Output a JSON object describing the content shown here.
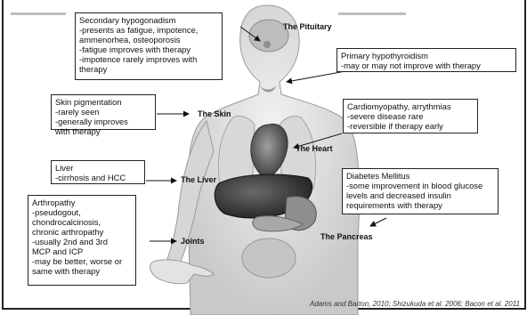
{
  "boxes": {
    "hypogonadism": {
      "title": "Secondary hypogonadism",
      "lines": [
        "-presents as fatigue, impotence,",
        "ammenorhea, osteoporosis",
        "-fatigue improves with therapy",
        "-impotence rarely improves with",
        "therapy"
      ]
    },
    "hypothyroidism": {
      "title": "Primary hypothyroidism",
      "lines": [
        "-may or may not improve with therapy"
      ]
    },
    "skin": {
      "title": "Skin pigmentation",
      "lines": [
        "-rarely seen",
        "-generally improves",
        "with therapy"
      ]
    },
    "cardiomyopathy": {
      "title": "Cardiomyopathy, arrythmias",
      "lines": [
        "-severe disease rare",
        "-reversible if therapy early"
      ]
    },
    "liver": {
      "title": "Liver",
      "lines": [
        "-cirrhosis and HCC"
      ]
    },
    "diabetes": {
      "title": "Diabetes Mellitus",
      "lines": [
        "-some improvement in blood glucose",
        "levels and decreased insulin",
        "requirements with therapy"
      ]
    },
    "arthropathy": {
      "title": "Arthropathy",
      "lines": [
        "-pseudogout,",
        "chondrocalcinosis,",
        "chronic arthropathy",
        "-usually 2nd and 3rd",
        "MCP and ICP",
        "-may be better, worse or",
        "same with therapy"
      ]
    }
  },
  "organs": {
    "pituitary": "The Pituitary",
    "skin": "The Skin",
    "heart": "The Heart",
    "liver": "The Liver",
    "pancreas": "The Pancreas",
    "joints": "Joints"
  },
  "citation": "Adams and Barton, 2010; Shizukuda et al. 2006; Bacon et al. 2011"
}
